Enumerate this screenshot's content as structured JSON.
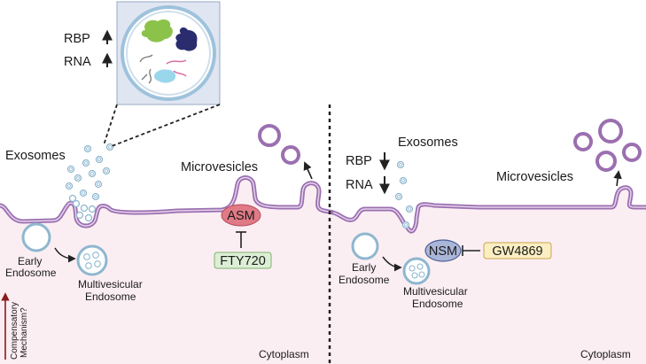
{
  "left": {
    "inset_labels": {
      "rbp": "RBP",
      "rna": "RNA"
    },
    "exosomes_label": "Exosomes",
    "microvesicles_label": "Microvesicles",
    "asm_label": "ASM",
    "inhibitor_label": "FTY720",
    "early_endosome_line1": "Early",
    "early_endosome_line2": "Endosome",
    "mve_line1": "Multivesicular",
    "mve_line2": "Endosome",
    "compensatory_line1": "Compensatory",
    "compensatory_line2": "Mechanism?",
    "cytoplasm_label": "Cytoplasm"
  },
  "right": {
    "rbp_label": "RBP",
    "rna_label": "RNA",
    "exosomes_label": "Exosomes",
    "microvesicles_label": "Microvesicles",
    "nsm_label": "NSM",
    "inhibitor_label": "GW4869",
    "early_endosome_line1": "Early",
    "early_endosome_line2": "Endosome",
    "mve_line1": "Multivesicular",
    "mve_line2": "Endosome",
    "cytoplasm_label": "Cytoplasm"
  },
  "colors": {
    "cytoplasm": "#fbeef3",
    "membrane": "#9b6fb0",
    "vesicle_blue": "#8eb7cf",
    "asm_fill": "#e07a86",
    "nsm_fill": "#aab6d8",
    "inhibitor_green": "#dcefd6",
    "inhibitor_yellow": "#fbeec2",
    "inset_bg": "#dfe6f2",
    "divider": "#222222",
    "up_arrow_red": "#8b1a1a"
  },
  "icons": {
    "up_arrow": "up-arrow-icon",
    "down_arrow": "down-arrow-icon",
    "inhibit": "inhibit-bar-icon"
  }
}
